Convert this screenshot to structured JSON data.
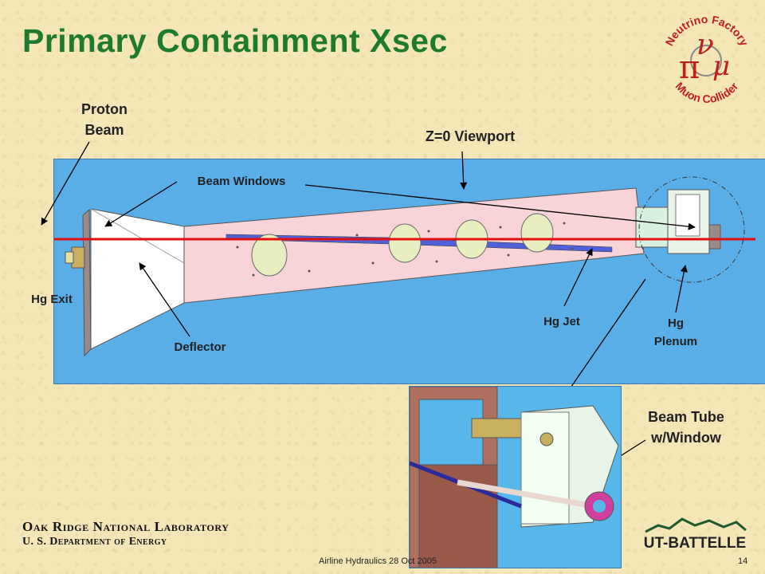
{
  "slide": {
    "title": "Primary Containment Xsec",
    "labels": {
      "proton_beam": "Proton\nBeam",
      "viewport": "Z=0 Viewport",
      "beam_windows": "Beam Windows",
      "hg_exit": "Hg Exit",
      "deflector": "Deflector",
      "hg_jet": "Hg Jet",
      "hg_plenum": "Hg\nPlenum",
      "beam_tube": "Beam Tube\nw/Window"
    },
    "logo_top": {
      "text_top": "Neutrino Factory",
      "text_bottom": "Muon Collider"
    },
    "org_line1": "Oak Ridge National Laboratory",
    "org_line2": "U. S. Department of Energy",
    "footer": "Airline Hydraulics 28 Oct 2005",
    "page_number": "14",
    "logo_bottom": "UT-BATTELLE",
    "colors": {
      "title": "#1e7a2e",
      "background": "#f5e6b8",
      "panel": "#5aaee8",
      "beam_line": "#e01010"
    }
  }
}
